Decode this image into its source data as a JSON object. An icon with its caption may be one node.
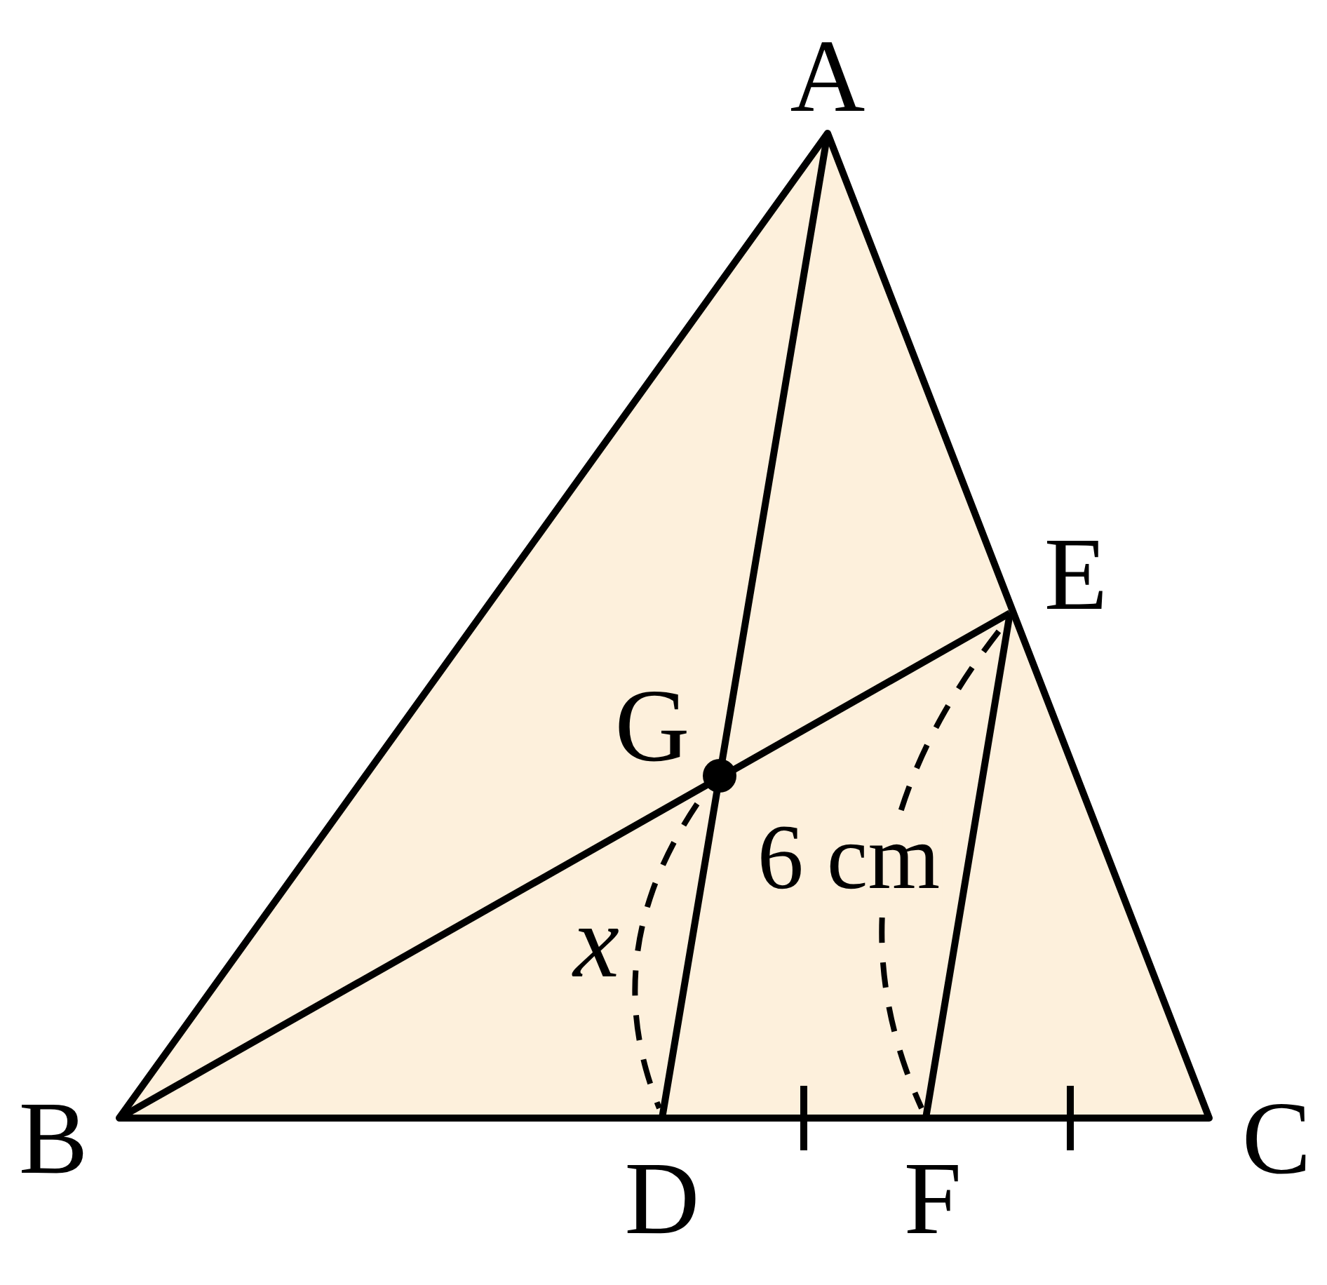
{
  "diagram": {
    "labels": [
      "A",
      "E",
      "G",
      "6 cm",
      "x",
      "B",
      "D",
      "F",
      "C"
    ]
  }
}
